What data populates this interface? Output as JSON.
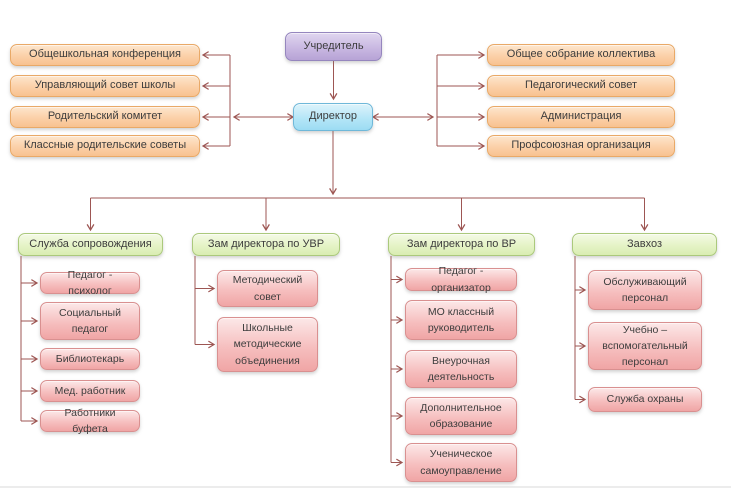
{
  "colors": {
    "connector": "#9d5653",
    "founder_fill": "#c9b8e2",
    "director_fill": "#b5e6f7",
    "branch_fill": "#fbd0a8",
    "department_fill": "#e5f3c6",
    "unit_fill": "#f6bfbf",
    "bottom_rule": "#d9d9d9"
  },
  "nodes": {
    "founder": {
      "label": "Учредитель"
    },
    "director": {
      "label": "Директор"
    }
  },
  "left_branch": {
    "items": [
      "Общешкольная конференция",
      "Управляющий совет школы",
      "Родительский комитет",
      "Классные родительские советы"
    ]
  },
  "right_branch": {
    "items": [
      "Общее собрание коллектива",
      "Педагогический совет",
      "Администрация",
      "Профсоюзная организация"
    ]
  },
  "departments": [
    {
      "header": "Служба сопровождения",
      "children": [
        "Педагог - психолог",
        "Социальный педагог",
        "Библиотекарь",
        "Мед. работник",
        "Работники буфета"
      ]
    },
    {
      "header": "Зам директора по УВР",
      "children": [
        "Методический совет",
        "Школьные методические объединения"
      ]
    },
    {
      "header": "Зам директора по ВР",
      "children": [
        "Педагог - организатор",
        "МО классный руководитель",
        "Внеурочная деятельность",
        "Дополнительное образование",
        "Ученическое самоуправление"
      ]
    },
    {
      "header": "Завхоз",
      "children": [
        "Обслуживающий персонал",
        "Учебно – вспомогательный персонал",
        "Служба охраны"
      ]
    }
  ]
}
